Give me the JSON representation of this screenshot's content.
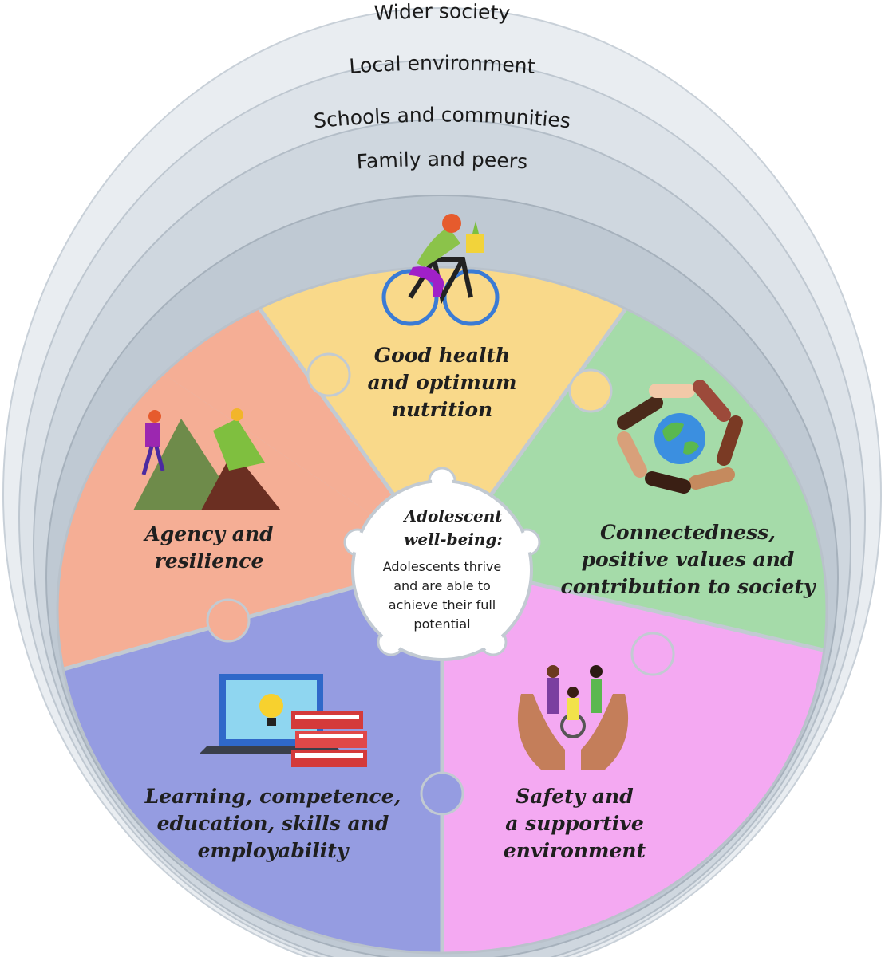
{
  "rings": [
    {
      "label": "Wider society",
      "color": "#e9edf1"
    },
    {
      "label": "Local environment",
      "color": "#dde3e9"
    },
    {
      "label": "Schools and communities",
      "color": "#cfd7df"
    },
    {
      "label": "Family and peers",
      "color": "#bfc9d3"
    }
  ],
  "segments": [
    {
      "key": "health",
      "lines": [
        "Good health",
        "and optimum",
        "nutrition"
      ],
      "color": "#f9d98a",
      "icon": "cyclist-icon"
    },
    {
      "key": "connectedness",
      "lines": [
        "Connectedness,",
        "positive values and",
        "contribution to society"
      ],
      "color": "#a5dba9",
      "icon": "joined-hands-globe-icon"
    },
    {
      "key": "safety",
      "lines": [
        "Safety and",
        "a supportive",
        "environment"
      ],
      "color": "#f4a9f2",
      "icon": "hands-holding-people-icon"
    },
    {
      "key": "learning",
      "lines": [
        "Learning, competence,",
        "education, skills and",
        "employability"
      ],
      "color": "#959ce1",
      "icon": "laptop-books-icon"
    },
    {
      "key": "agency",
      "lines": [
        "Agency and",
        "resilience"
      ],
      "color": "#f5ae95",
      "icon": "mountain-climber-icon"
    }
  ],
  "center": {
    "title_lines": [
      "Adolescent",
      "well-being:"
    ],
    "body_lines": [
      "Adolescents thrive",
      "and are able to",
      "achieve their full",
      "potential"
    ]
  }
}
